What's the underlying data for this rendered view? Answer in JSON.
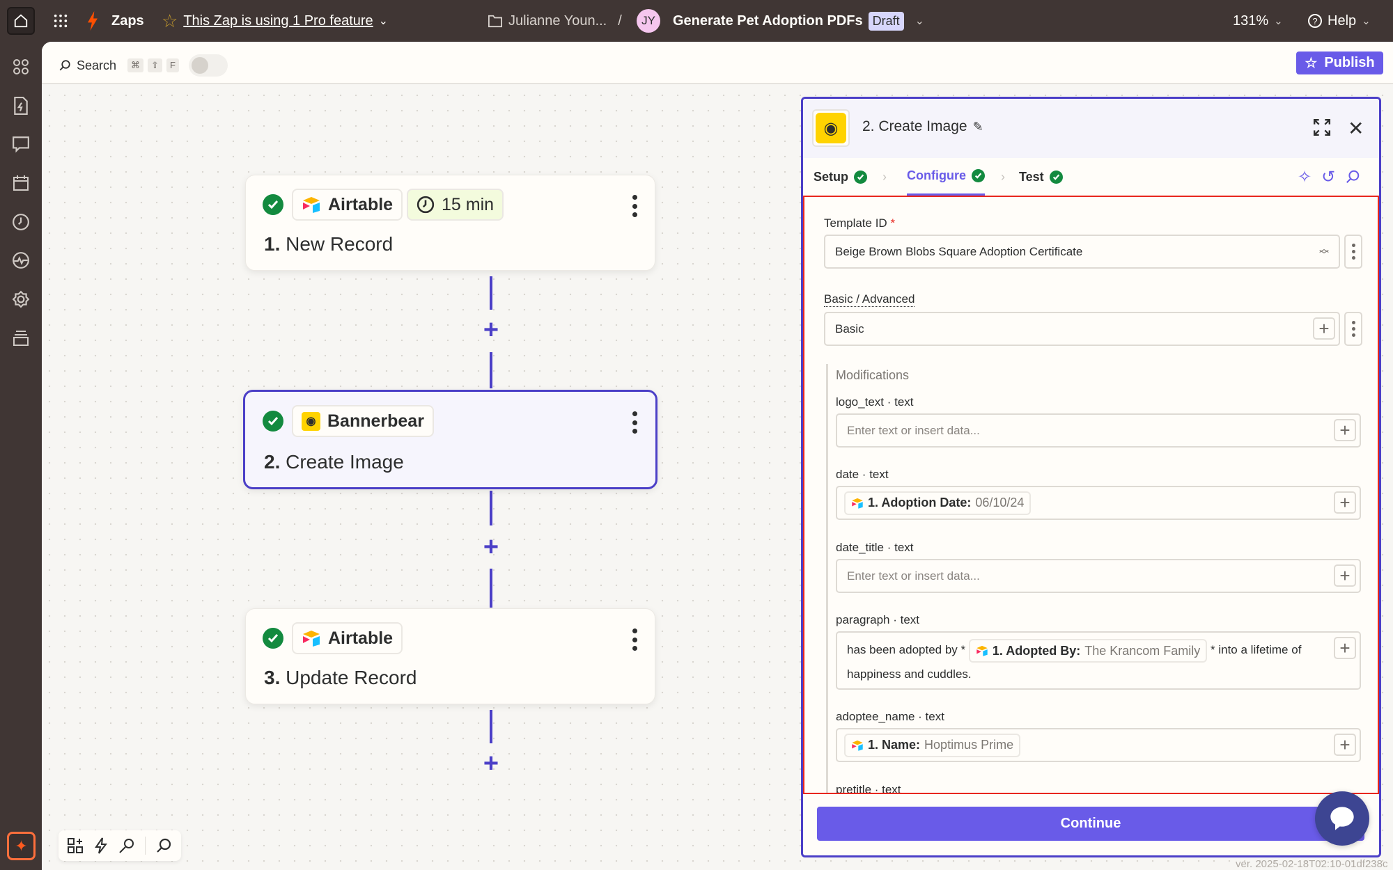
{
  "topbar": {
    "app": "Zaps",
    "pro_notice": "This Zap is using 1 Pro feature",
    "folder": "Julianne Youn...",
    "separator": "/",
    "avatar_initials": "JY",
    "zap_title": "Generate Pet Adoption PDFs",
    "status_badge": "Draft",
    "zoom": "131%",
    "help": "Help"
  },
  "toolbar": {
    "search_label": "Search",
    "shortcut_keys": [
      "⌘",
      "⇧",
      "F"
    ],
    "publish_label": "Publish"
  },
  "sidebar": {
    "icons": [
      "apps-icon",
      "zap-file-icon",
      "chat-icon",
      "calendar-icon",
      "history-icon",
      "activity-icon",
      "settings-icon",
      "archive-icon"
    ]
  },
  "nodes": [
    {
      "app": "Airtable",
      "badge": "15 min",
      "number": "1.",
      "title": "New Record",
      "status": "success"
    },
    {
      "app": "Bannerbear",
      "number": "2.",
      "title": "Create Image",
      "status": "success",
      "selected": true
    },
    {
      "app": "Airtable",
      "number": "3.",
      "title": "Update Record",
      "status": "success"
    }
  ],
  "panel": {
    "title": "2. Create Image",
    "tabs": [
      {
        "label": "Setup",
        "done": true
      },
      {
        "label": "Configure",
        "done": true,
        "active": true
      },
      {
        "label": "Test",
        "done": true
      }
    ],
    "template_id": {
      "label": "Template ID",
      "required_mark": "*",
      "value": "Beige Brown Blobs Square Adoption Certificate"
    },
    "basic_advanced": {
      "label": "Basic / Advanced",
      "value": "Basic"
    },
    "modifications": {
      "title": "Modifications",
      "fields": [
        {
          "label": "logo_text · text",
          "placeholder": "Enter text or insert data..."
        },
        {
          "label": "date · text",
          "chip_label": "1. Adoption Date:",
          "chip_value": "06/10/24"
        },
        {
          "label": "date_title · text",
          "placeholder": "Enter text or insert data..."
        },
        {
          "label": "paragraph · text",
          "text_before": "has been adopted by *",
          "chip_label": "1. Adopted By:",
          "chip_value": "The Krancom Family",
          "text_after": "* into a lifetime of",
          "text_line2": "happiness and cuddles."
        },
        {
          "label": "adoptee_name · text",
          "chip_label": "1. Name:",
          "chip_value": "Hoptimus Prime"
        },
        {
          "label": "pretitle · text"
        }
      ]
    },
    "continue_label": "Continue"
  },
  "version": "ver. 2025-02-18T02:10-01df238c",
  "colors": {
    "accent": "#695be8",
    "selected_border": "#4b3fc7",
    "topbar": "#403634",
    "success": "#138a3f",
    "highlight": "#e8261e"
  }
}
